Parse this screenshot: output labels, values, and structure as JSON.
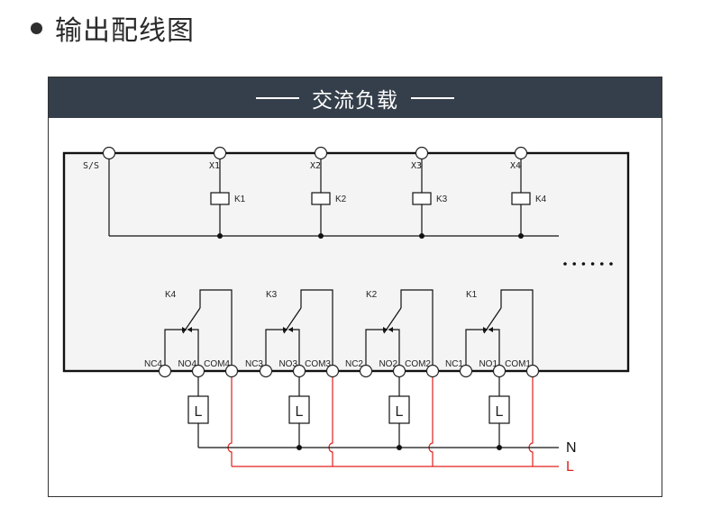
{
  "title": "输出配线图",
  "panel": {
    "header": "交流负载"
  },
  "inputs": {
    "common": "S/S",
    "channels": [
      {
        "terminal": "X1",
        "coil": "K1"
      },
      {
        "terminal": "X2",
        "coil": "K2"
      },
      {
        "terminal": "X3",
        "coil": "K3"
      },
      {
        "terminal": "X4",
        "coil": "K4"
      }
    ],
    "more_indicator": "......"
  },
  "relays": [
    {
      "name": "K4",
      "nc": "NC4",
      "no": "NO4",
      "com": "COM4",
      "load": "L"
    },
    {
      "name": "K3",
      "nc": "NC3",
      "no": "NO3",
      "com": "COM3",
      "load": "L"
    },
    {
      "name": "K2",
      "nc": "NC2",
      "no": "NO2",
      "com": "COM2",
      "load": "L"
    },
    {
      "name": "K1",
      "nc": "NC1",
      "no": "NO1",
      "com": "COM1",
      "load": "L"
    }
  ],
  "supply": {
    "neutral": "N",
    "live": "L"
  },
  "colors": {
    "header_bg": "#353f4b",
    "live_wire": "#e0211d",
    "wire": "#111111",
    "module_fill": "#f4f4f4"
  }
}
